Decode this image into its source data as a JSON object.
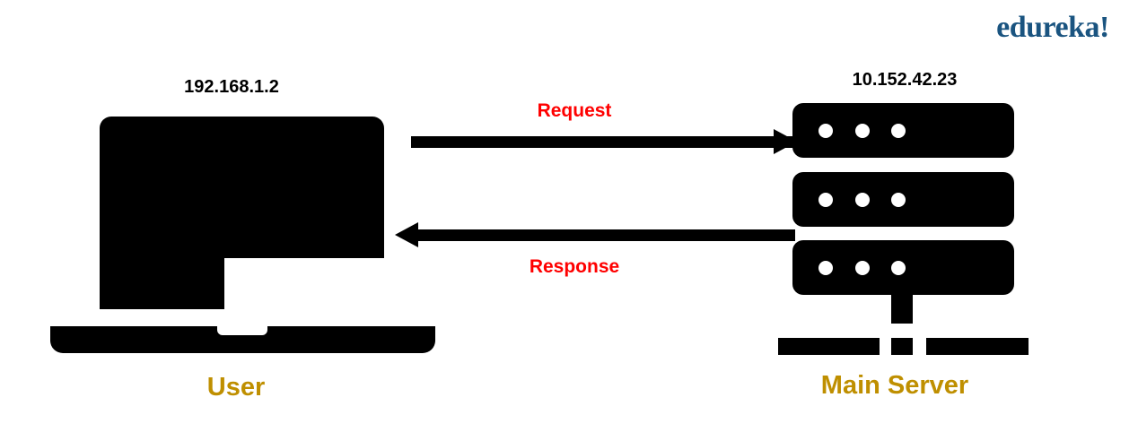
{
  "brand": {
    "logo_text": "edureka!",
    "logo_color": "#1a5480"
  },
  "diagram": {
    "type": "client-server-request-response",
    "background_color": "#ffffff",
    "client": {
      "icon": "laptop-icon",
      "address": "192.168.1.2",
      "title": "User",
      "title_color": "#bf8f00",
      "address_color": "#000000"
    },
    "server": {
      "icon": "server-stack-icon",
      "address": "10.152.42.23",
      "title": "Main Server",
      "title_color": "#bf8f00",
      "address_color": "#000000",
      "unit_count": 3,
      "leds_per_unit": 3
    },
    "flows": [
      {
        "label": "Request",
        "direction": "client-to-server",
        "color": "#ff0000"
      },
      {
        "label": "Response",
        "direction": "server-to-client",
        "color": "#ff0000"
      }
    ],
    "request_label": "Request",
    "response_label": "Response"
  }
}
